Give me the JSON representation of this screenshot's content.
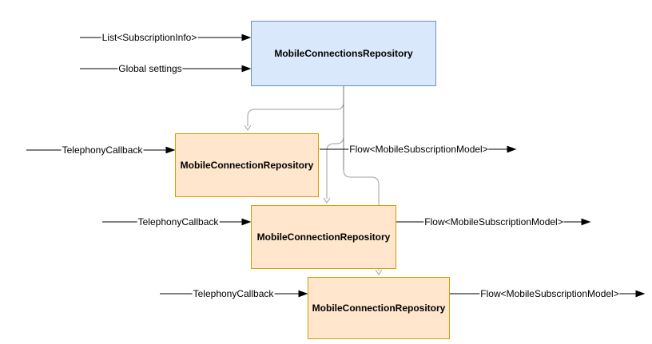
{
  "diagram": {
    "nodes": {
      "main": {
        "label": "MobileConnectionsRepository",
        "fill": "#dae8fc",
        "border": "#6c8ebf"
      },
      "repos": [
        {
          "label": "MobileConnectionRepository"
        },
        {
          "label": "MobileConnectionRepository"
        },
        {
          "label": "MobileConnectionRepository"
        }
      ],
      "repo_style": {
        "fill": "#ffe6cc",
        "border": "#d79b00"
      }
    },
    "edges": {
      "inputs": [
        {
          "label": "List<SubscriptionInfo>",
          "target": "MobileConnectionsRepository"
        },
        {
          "label": "Global settings",
          "target": "MobileConnectionsRepository"
        },
        {
          "label": "TelephonyCallback",
          "target": "MobileConnectionRepository-1"
        },
        {
          "label": "TelephonyCallback",
          "target": "MobileConnectionRepository-2"
        },
        {
          "label": "TelephonyCallback",
          "target": "MobileConnectionRepository-3"
        }
      ],
      "outputs": [
        {
          "label": "Flow<MobileSubscriptionModel>",
          "source": "MobileConnectionRepository-1"
        },
        {
          "label": "Flow<MobileSubscriptionModel>",
          "source": "MobileConnectionRepository-2"
        },
        {
          "label": "Flow<MobileSubscriptionModel>",
          "source": "MobileConnectionRepository-3"
        }
      ],
      "internal": [
        {
          "from": "MobileConnectionsRepository",
          "to": "MobileConnectionRepository-1"
        },
        {
          "from": "MobileConnectionsRepository",
          "to": "MobileConnectionRepository-2"
        },
        {
          "from": "MobileConnectionsRepository",
          "to": "MobileConnectionRepository-3"
        }
      ]
    },
    "colors": {
      "edge_line": "#000000",
      "connector_line": "#9e9e9e",
      "connector_trunk": "#777777"
    }
  }
}
